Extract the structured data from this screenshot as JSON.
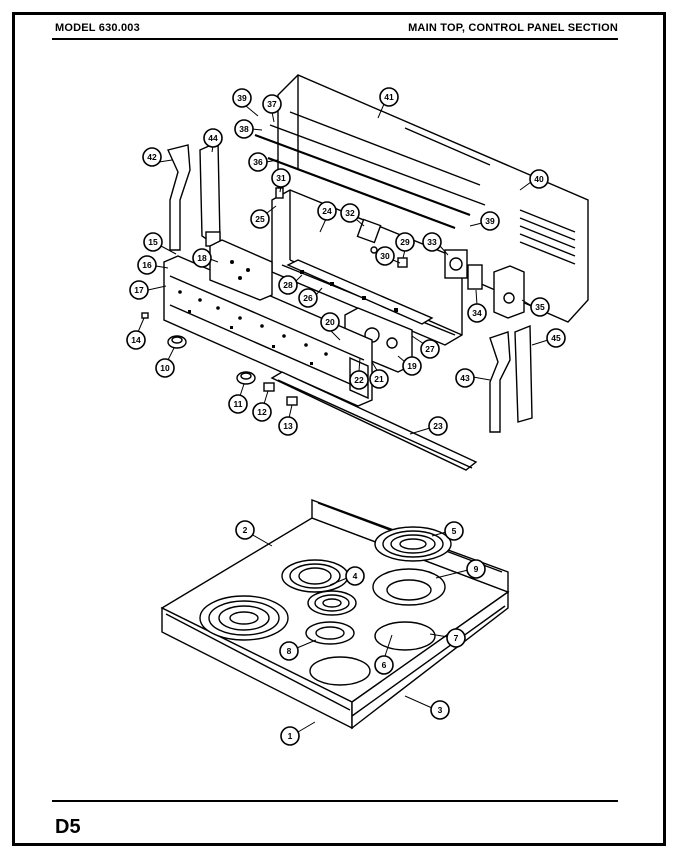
{
  "header": {
    "model_label": "MODEL 630.003",
    "section_title": "MAIN TOP, CONTROL PANEL SECTION"
  },
  "footer": {
    "page_number": "D5"
  },
  "callouts": {
    "c1": "1",
    "c2": "2",
    "c3": "3",
    "c4": "4",
    "c5": "5",
    "c6": "6",
    "c7": "7",
    "c8": "8",
    "c9": "9",
    "c10": "10",
    "c11": "11",
    "c12": "12",
    "c13": "13",
    "c14": "14",
    "c15": "15",
    "c16": "16",
    "c17": "17",
    "c18": "18",
    "c19": "19",
    "c20": "20",
    "c21": "21",
    "c22": "22",
    "c23": "23",
    "c24": "24",
    "c25": "25",
    "c26": "26",
    "c27": "27",
    "c28": "28",
    "c29": "29",
    "c30": "30",
    "c31": "31",
    "c32": "32",
    "c33": "33",
    "c34": "34",
    "c35": "35",
    "c36": "36",
    "c37": "37",
    "c38": "38",
    "c39": "39",
    "c39b": "39",
    "c40": "40",
    "c41": "41",
    "c42": "42",
    "c43": "43",
    "c44": "44",
    "c45": "45"
  }
}
